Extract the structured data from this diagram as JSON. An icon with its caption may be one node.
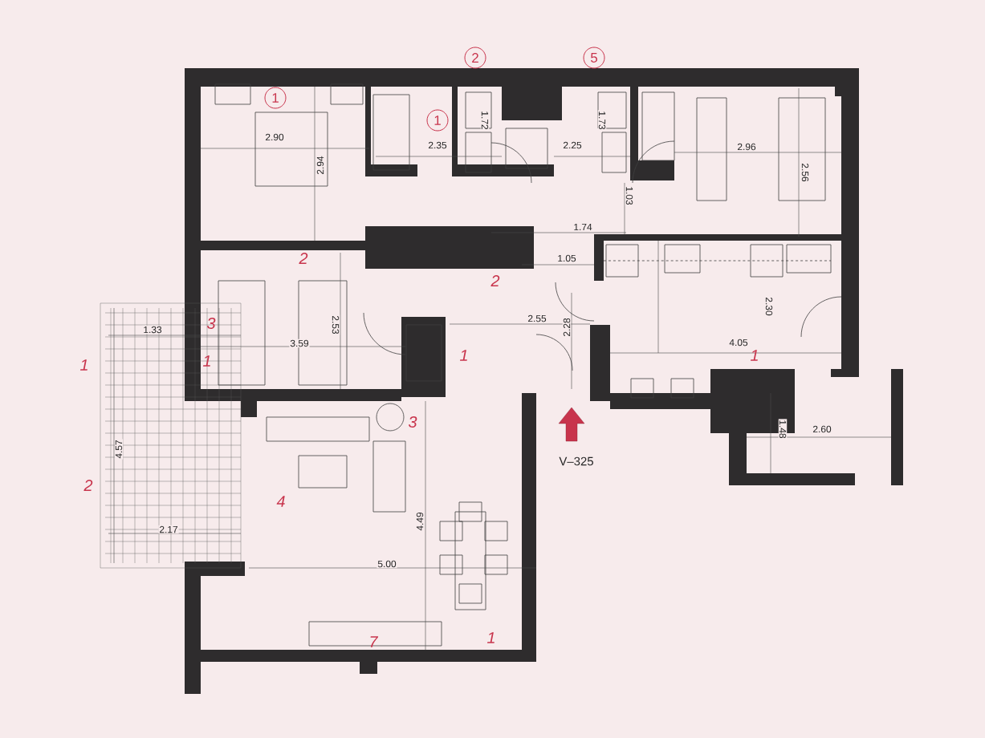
{
  "diagram": {
    "labels": [
      "2",
      "5",
      "1",
      "1",
      "2.90",
      "2.35",
      "1.72",
      "2.25",
      "1.73",
      "2.96",
      "2.94",
      "2.56",
      "1.74",
      "1.03",
      "2",
      "1.05",
      "2",
      "2.53",
      "2.55",
      "2.30",
      "3",
      "1.33",
      "3.59",
      "1",
      "1",
      "1",
      "2.28",
      "4.05",
      "1",
      "3",
      "1.48",
      "V–325",
      "2.60",
      "4.57",
      "2",
      "4",
      "2.17",
      "4.49",
      "5.00",
      "7",
      "1"
    ]
  }
}
